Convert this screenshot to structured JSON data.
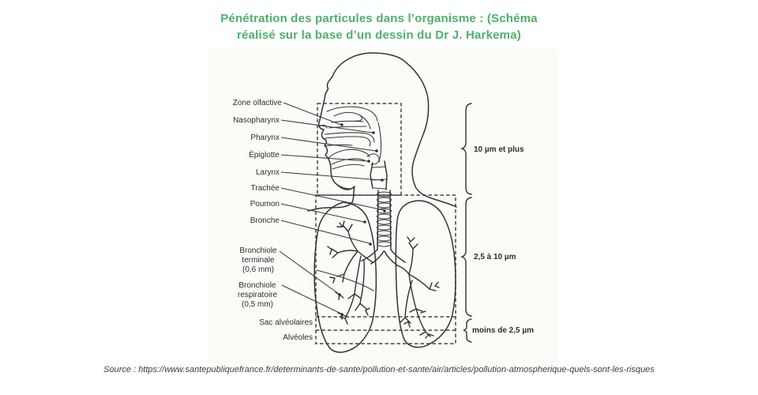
{
  "title": {
    "line1": "Pénétration des particules dans l’organisme : (Schéma",
    "line2": "réalisé sur la base d’un dessin du Dr J. Harkema)"
  },
  "source": "Source : https://www.santepubliquefrance.fr/determinants-de-sante/pollution-et-sante/air/articles/pollution-atmospherique-quels-sont-les-risques",
  "diagram": {
    "labels": {
      "zone_olfactive": "Zone olfactive",
      "nasopharynx": "Nasopharynx",
      "pharynx": "Pharynx",
      "epiglotte": "Épiglotte",
      "larynx": "Larynx",
      "trachee": "Trachée",
      "poumon": "Poumon",
      "bronche": "Bronche",
      "bronchiole_terminale_l1": "Bronchiole",
      "bronchiole_terminale_l2": "terminale",
      "bronchiole_terminale_l3": "(0,6 mm)",
      "bronchiole_respiratoire_l1": "Bronchiole",
      "bronchiole_respiratoire_l2": "respiratoire",
      "bronchiole_respiratoire_l3": "(0,5 mm)",
      "sac_alveolaires": "Sac alvéolaires",
      "alveoles": "Alvéoles"
    },
    "size_ranges": {
      "large": "10 µm et plus",
      "medium": "2,5 à 10 µm",
      "small": "moins de 2,5 µm"
    }
  },
  "colors": {
    "title_green": "#4cb169",
    "ink": "#333333",
    "scan_background": "#fcfbf8"
  }
}
